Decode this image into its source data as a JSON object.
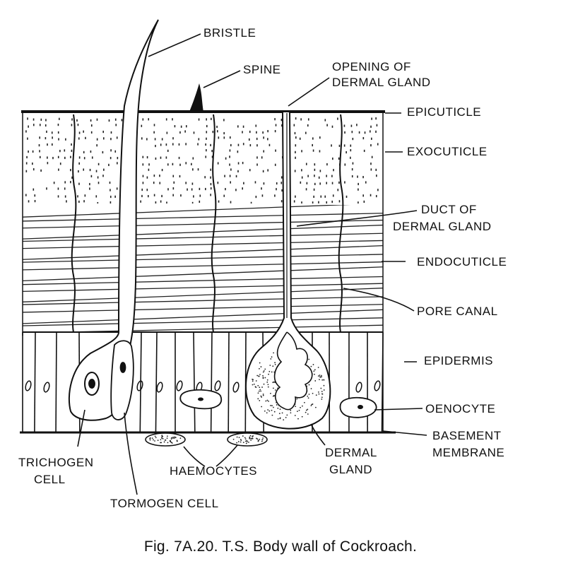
{
  "labels": {
    "bristle": "BRISTLE",
    "spine": "SPINE",
    "opening_line1": "OPENING OF",
    "opening_line2": "DERMAL GLAND",
    "epicuticle": "EPICUTICLE",
    "exocuticle": "EXOCUTICLE",
    "duct_line1": "DUCT OF",
    "duct_line2": "DERMAL GLAND",
    "endocuticle": "ENDOCUTICLE",
    "pore_canal": "PORE CANAL",
    "epidermis": "EPIDERMIS",
    "oenocyte": "OENOCYTE",
    "basement_line1": "BASEMENT",
    "basement_line2": "MEMBRANE",
    "dermal_gland_line1": "DERMAL",
    "dermal_gland_line2": "GLAND",
    "haemocytes": "HAEMOCYTES",
    "trichogen_line1": "TRICHOGEN",
    "trichogen_line2": "CELL",
    "tormogen": "TORMOGEN CELL"
  },
  "caption": "Fig. 7A.20. T.S. Body wall of Cockroach."
}
